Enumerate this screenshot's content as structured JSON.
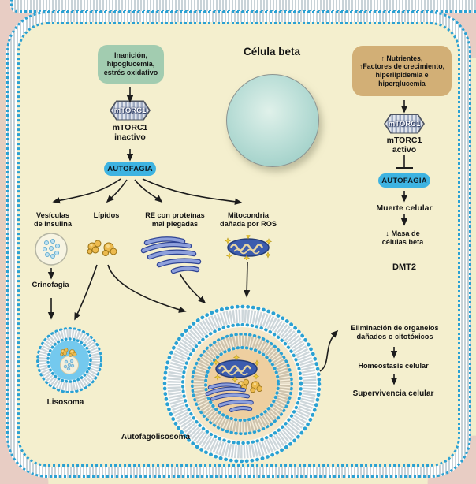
{
  "center": {
    "title": "Célula beta"
  },
  "left": {
    "trigger": "Inanición,\nhipoglucemia,\nestrés oxidativo",
    "mtorc1_badge": "mTORC1",
    "mtorc1_state": "mTORC1\ninactivo",
    "autophagy": "AUTOFAGIA",
    "targets": [
      {
        "label": "Vesículas\nde insulina",
        "icon": "insulin-vesicle-icon"
      },
      {
        "label": "Lípidos",
        "icon": "lipids-icon"
      },
      {
        "label": "RE con proteínas\nmal plegadas",
        "icon": "er-icon"
      },
      {
        "label": "Mitocondria\ndañada por ROS",
        "icon": "mitochondria-icon"
      }
    ],
    "crinophagy": "Crinofagia",
    "lysosome": "Lisosoma",
    "autophagolysosome": "Autofagolisosoma"
  },
  "right": {
    "trigger": "↑ Nutrientes,\n↑Factores de crecimiento,\nhiperlipidemia e\nhiperglucemia",
    "mtorc1_badge": "mTORC1",
    "mtorc1_state": "mTORC1\nactivo",
    "autophagy": "AUTOFAGIA",
    "death": "Muerte celular",
    "mass": "↓ Masa de\ncélulas beta",
    "dmt2": "DMT2",
    "elimination": "Eliminación de organelos\ndañados o citotóxicos",
    "homeostasis": "Homeostasis celular",
    "survival": "Supervivencia celular"
  },
  "colors": {
    "membrane_blue": "#2aa1d3",
    "autophagy_pill": "#3eb3e1",
    "trigger_green": "#a2ccb0",
    "trigger_tan": "#d2af76",
    "cytoplasm": "#f4efce",
    "outside_background": "#e8cdc4",
    "lysosome_lumen": "#74c9ee",
    "autolysosome_lumen": "#eecfa0"
  }
}
